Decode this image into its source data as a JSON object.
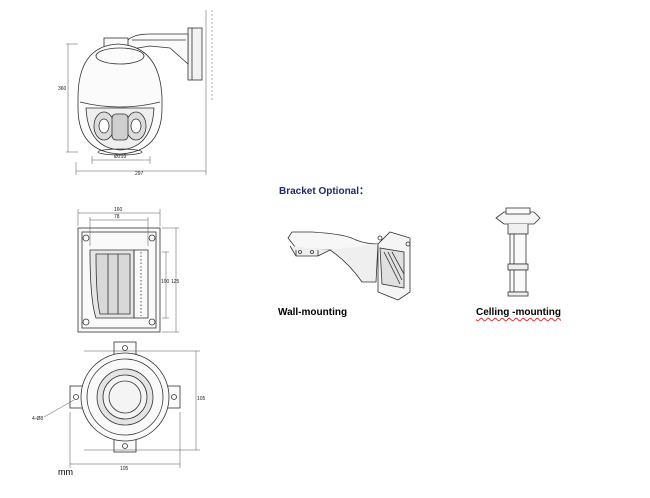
{
  "dims_top": {
    "height": "360",
    "dia": "Ø210",
    "width": "297"
  },
  "dims_box": {
    "w_outer": "160",
    "w_inner": "78",
    "h_inner": "100",
    "h_outer": "125"
  },
  "dims_plate": {
    "holes": "4-Ø8",
    "h": "105",
    "w": "105"
  },
  "unit": "mm",
  "bracket": {
    "header": "Bracket Optional：",
    "wall_label": "Wall-mounting",
    "ceiling_label": "Celling -mounting"
  }
}
